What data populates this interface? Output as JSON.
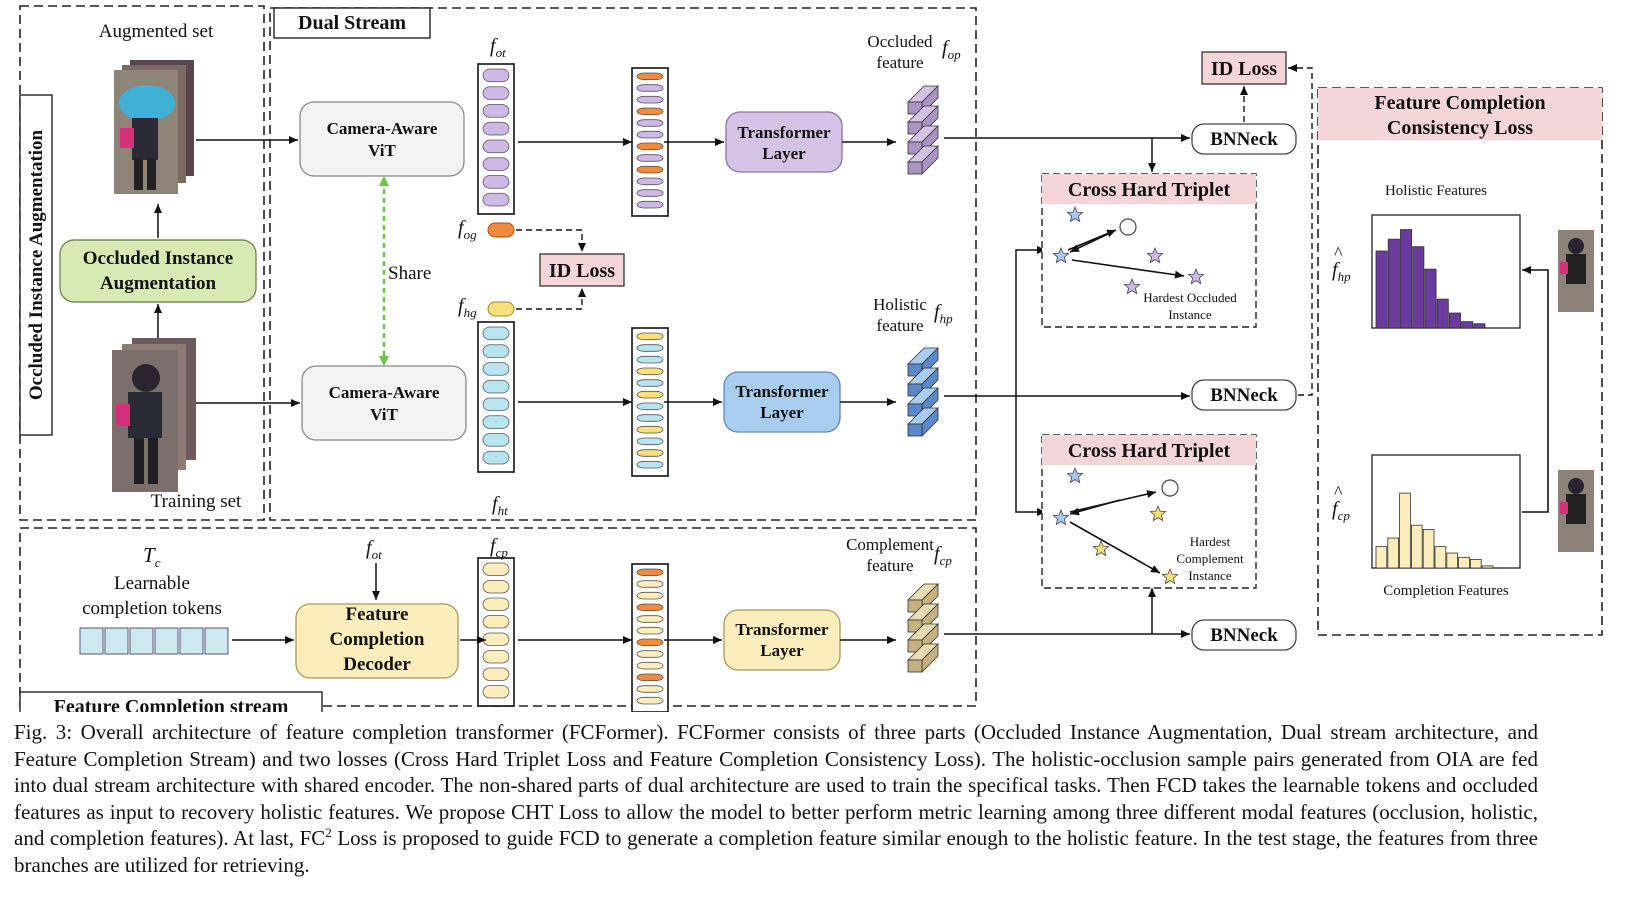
{
  "modules": {
    "oia_side": "Occluded Instance Augmentation",
    "augmented_set": "Augmented set",
    "training_set": "Training set",
    "oia_box_line1": "Occluded Instance",
    "oia_box_line2": "Augmentation",
    "dual_stream": "Dual Stream",
    "vit_line1": "Camera-Aware",
    "vit_line2": "ViT",
    "share": "Share",
    "id_loss": "ID Loss",
    "transformer_line1": "Transformer",
    "transformer_line2": "Layer",
    "fcd_line1": "Feature",
    "fcd_line2": "Completion",
    "fcd_line3": "Decoder",
    "learnable_line1": "Learnable",
    "learnable_line2": "completion tokens",
    "fc_stream": "Feature Completion stream",
    "bnneck": "BNNeck",
    "cross_hard_triplet": "Cross Hard Triplet",
    "hardest_occluded_line1": "Hardest Occluded",
    "hardest_occluded_line2": "Instance",
    "hardest_line1": "Hardest",
    "hardest_line2": "Complement",
    "hardest_line3": "Instance",
    "fcc_line1": "Feature Completion",
    "fcc_line2": "Consistency Loss",
    "holistic_features": "Holistic Features",
    "completion_features": "Completion Features"
  },
  "features": {
    "occluded_word": "Occluded",
    "holistic_word": "Holistic",
    "complement_word": "Complement",
    "feature_word": "feature",
    "f_ot": "ot",
    "f_og": "og",
    "f_hg": "hg",
    "f_ht": "ht",
    "f_cp": "cp",
    "f_op": "op",
    "f_hp": "hp",
    "tc_sub": "c",
    "f_sym": "f",
    "t_sym": "T"
  },
  "chart_data": [
    {
      "type": "bar",
      "title": "Holistic Features",
      "color": "#6a3a9e",
      "values": [
        0.72,
        0.83,
        0.92,
        0.76,
        0.55,
        0.27,
        0.14,
        0.06,
        0.04
      ]
    },
    {
      "type": "bar",
      "title": "Completion Features",
      "color": "#fbeebc",
      "values": [
        0.2,
        0.28,
        0.7,
        0.4,
        0.36,
        0.2,
        0.14,
        0.1,
        0.08,
        0.02
      ]
    }
  ],
  "caption": {
    "part1": "Fig. 3: Overall architecture of feature completion transformer (FCFormer). FCFormer consists of three parts (Occluded Instance Augmentation, Dual stream architecture, and Feature Completion Stream) and two losses (Cross Hard Triplet Loss and Feature Completion Consistency Loss). The holistic-occlusion sample pairs generated from OIA are fed into dual stream architecture with shared encoder. The non-shared parts of dual architecture are used to train the specifical tasks. Then FCD takes the learnable tokens and occluded features as input to recovery holistic features. We propose CHT Loss to allow the model to better perform metric learning among three different modal features (occlusion, holistic, and completion features). At last, FC",
    "sup": "2",
    "part2": " Loss is proposed to guide FCD to generate a completion feature similar enough to the holistic feature. In the test stage, the features from three branches are utilized for retrieving."
  },
  "colors": {
    "purple_token": "#cdb8e6",
    "cyan_token": "#b8e4ef",
    "yellow_token": "#fbeebc",
    "orange_token": "#f08a3e",
    "gold_token": "#f7df7a",
    "green_box": "#d8eab4",
    "pink_label": "#f4d5d8",
    "blue_box": "#a8cdee",
    "purple_box": "#d5c3e6"
  }
}
